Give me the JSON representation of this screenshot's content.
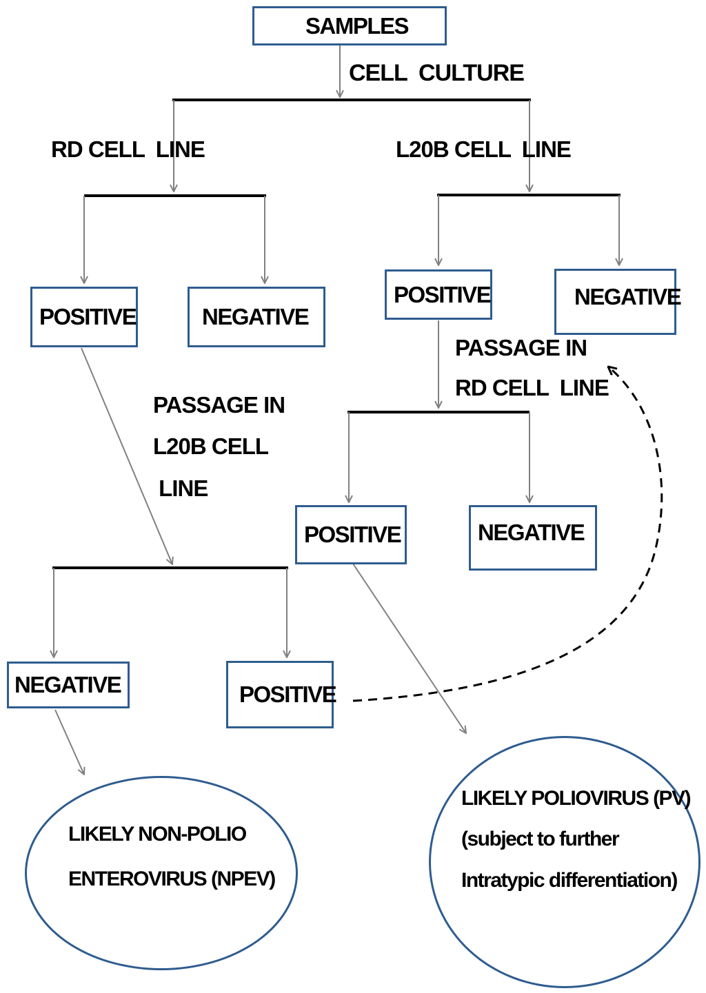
{
  "diagram": {
    "root": {
      "label": "SAMPLES"
    },
    "labels": {
      "cell_culture": "CELL  CULTURE",
      "rd_cell_line": "RD CELL  LINE",
      "l20b_cell_line": "L20B CELL  LINE",
      "passage_l20b": [
        "PASSAGE IN",
        "L20B CELL",
        " LINE"
      ],
      "passage_rd": [
        "PASSAGE IN",
        "RD CELL  LINE"
      ]
    },
    "rd_branch": {
      "positive": "POSITIVE",
      "negative": "NEGATIVE"
    },
    "l20b_branch": {
      "positive": "POSITIVE",
      "negative": "NEGATIVE"
    },
    "rd_passage_result": {
      "positive": "POSITIVE",
      "negative": "NEGATIVE"
    },
    "l20b_passage_result": {
      "negative": "NEGATIVE",
      "positive": "POSITIVE"
    },
    "outcomes": {
      "npev": [
        "LIKELY NON-POLIO",
        "ENTEROVIRUS (NPEV)"
      ],
      "pv": [
        "LIKELY POLIOVIRUS (PV)",
        "(subject to further",
        "Intratypic differentiation)"
      ]
    },
    "colors": {
      "box_border": "#2e5c8f",
      "arrow": "#808080",
      "bar": "#000000"
    }
  }
}
